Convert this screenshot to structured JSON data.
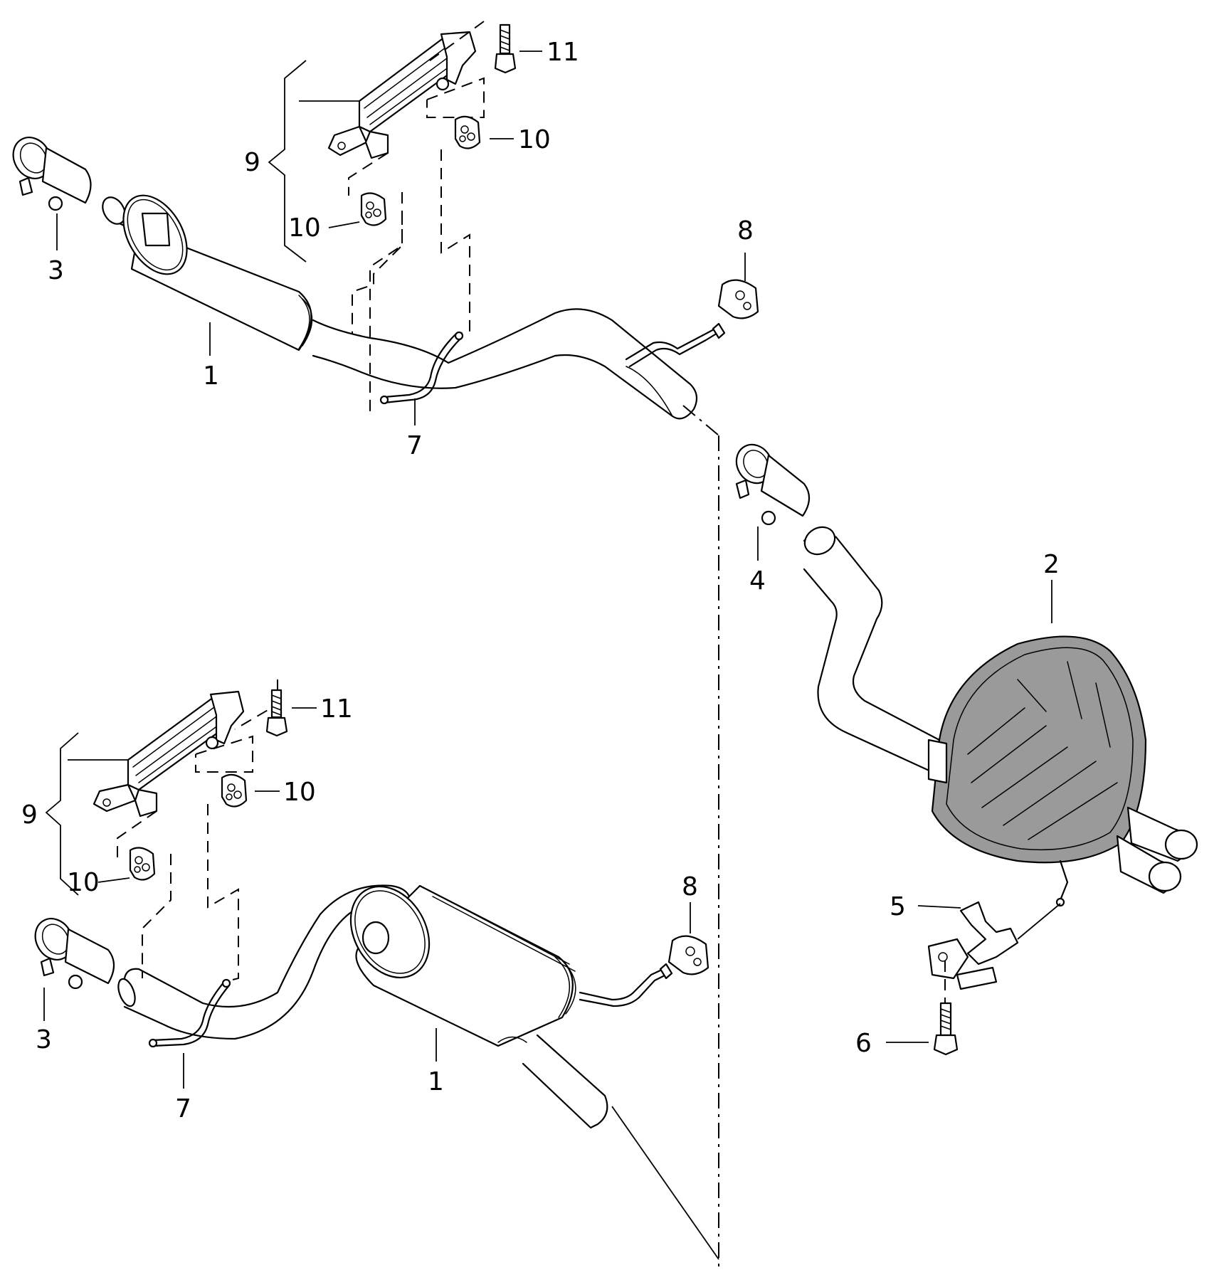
{
  "callouts": {
    "upper": {
      "n1": "1",
      "n3": "3",
      "n4": "4",
      "n7": "7",
      "n8": "8",
      "n9": "9",
      "n10a": "10",
      "n10b": "10",
      "n11": "11"
    },
    "lower": {
      "n1": "1",
      "n3": "3",
      "n7": "7",
      "n8": "8",
      "n9": "9",
      "n10a": "10",
      "n10b": "10",
      "n11": "11"
    },
    "rear": {
      "n2": "2",
      "n5": "5",
      "n6": "6"
    }
  }
}
